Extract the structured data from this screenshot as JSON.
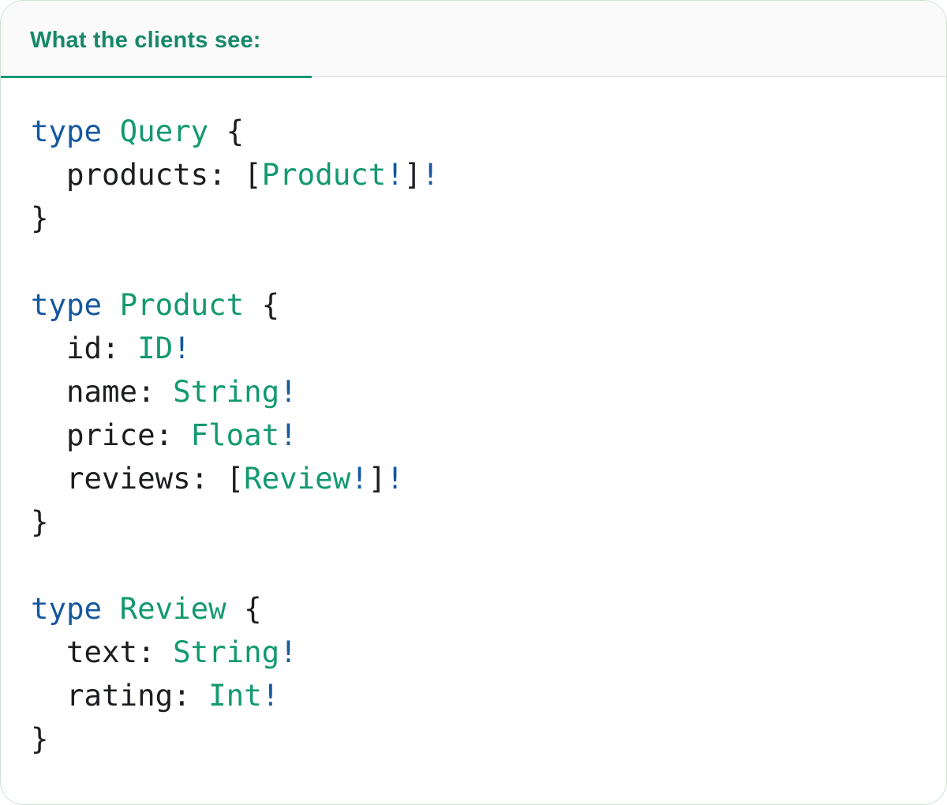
{
  "panel": {
    "tab_label": "What the clients see:"
  },
  "colors": {
    "keyword_blue": "#15589e",
    "type_green": "#13996f",
    "plain_dark": "#1b1d21",
    "tab_label_green": "#17886a",
    "underline_green": "#149a74",
    "tabbar_bg": "#fafafa",
    "inactive_line": "#e6e6e6",
    "card_border": "#cfe2d4",
    "card_bg": "#ffffff"
  },
  "code": {
    "language": "graphql",
    "lines": [
      [
        {
          "t": "type",
          "c": "kw"
        },
        {
          "t": " ",
          "c": "plain"
        },
        {
          "t": "Query",
          "c": "type"
        },
        {
          "t": " {",
          "c": "plain"
        }
      ],
      [
        {
          "t": "  products: [",
          "c": "plain"
        },
        {
          "t": "Product",
          "c": "type"
        },
        {
          "t": "!",
          "c": "kw"
        },
        {
          "t": "]",
          "c": "plain"
        },
        {
          "t": "!",
          "c": "kw"
        }
      ],
      [
        {
          "t": "}",
          "c": "plain"
        }
      ],
      [],
      [
        {
          "t": "type",
          "c": "kw"
        },
        {
          "t": " ",
          "c": "plain"
        },
        {
          "t": "Product",
          "c": "type"
        },
        {
          "t": " {",
          "c": "plain"
        }
      ],
      [
        {
          "t": "  id: ",
          "c": "plain"
        },
        {
          "t": "ID",
          "c": "type"
        },
        {
          "t": "!",
          "c": "kw"
        }
      ],
      [
        {
          "t": "  name: ",
          "c": "plain"
        },
        {
          "t": "String",
          "c": "type"
        },
        {
          "t": "!",
          "c": "kw"
        }
      ],
      [
        {
          "t": "  price: ",
          "c": "plain"
        },
        {
          "t": "Float",
          "c": "type"
        },
        {
          "t": "!",
          "c": "kw"
        }
      ],
      [
        {
          "t": "  reviews: [",
          "c": "plain"
        },
        {
          "t": "Review",
          "c": "type"
        },
        {
          "t": "!",
          "c": "kw"
        },
        {
          "t": "]",
          "c": "plain"
        },
        {
          "t": "!",
          "c": "kw"
        }
      ],
      [
        {
          "t": "}",
          "c": "plain"
        }
      ],
      [],
      [
        {
          "t": "type",
          "c": "kw"
        },
        {
          "t": " ",
          "c": "plain"
        },
        {
          "t": "Review",
          "c": "type"
        },
        {
          "t": " {",
          "c": "plain"
        }
      ],
      [
        {
          "t": "  text: ",
          "c": "plain"
        },
        {
          "t": "String",
          "c": "type"
        },
        {
          "t": "!",
          "c": "kw"
        }
      ],
      [
        {
          "t": "  rating: ",
          "c": "plain"
        },
        {
          "t": "Int",
          "c": "type"
        },
        {
          "t": "!",
          "c": "kw"
        }
      ],
      [
        {
          "t": "}",
          "c": "plain"
        }
      ]
    ]
  }
}
